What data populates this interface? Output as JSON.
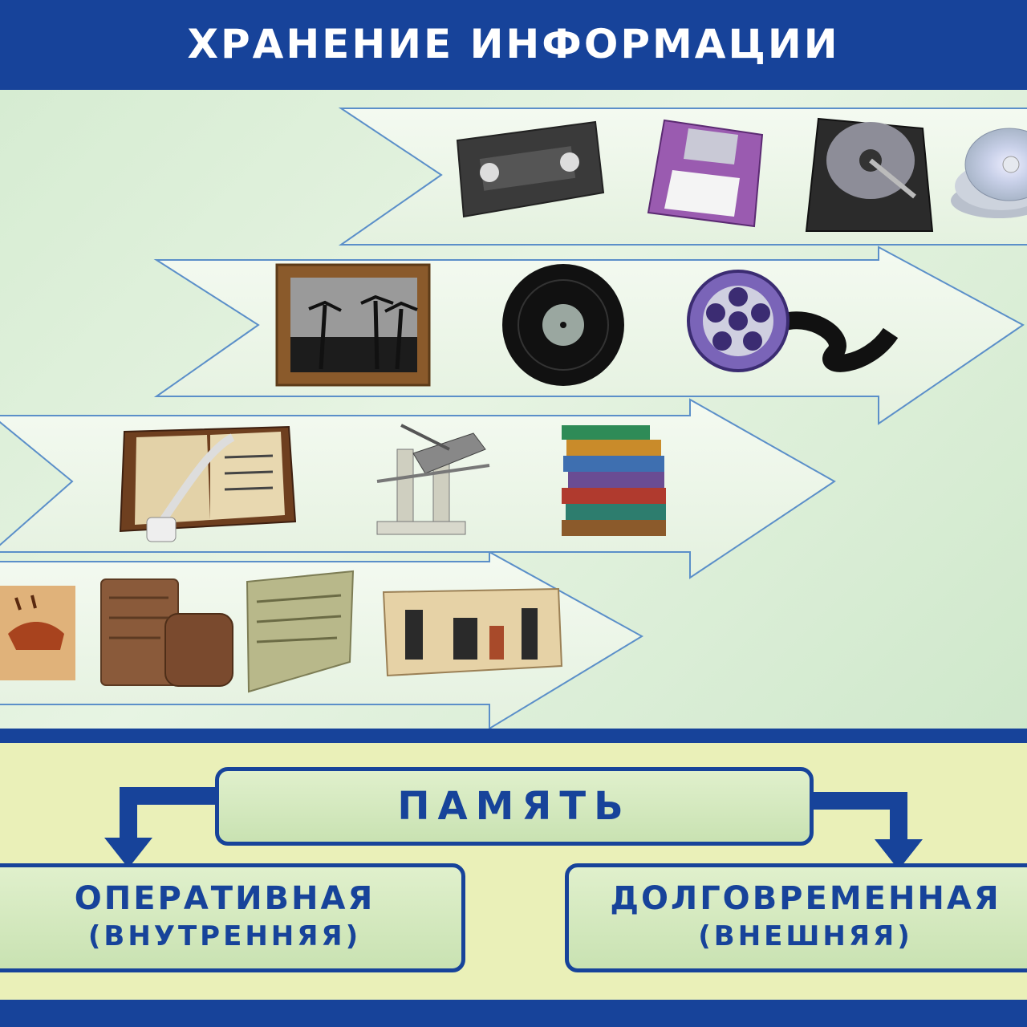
{
  "header": {
    "title": "ХРАНЕНИЕ ИНФОРМАЦИИ"
  },
  "timeline": {
    "rows": [
      {
        "items": [
          "videocassette-icon",
          "floppy-disk-icon",
          "hard-drive-icon",
          "optical-discs-icon"
        ]
      },
      {
        "items": [
          "framed-photo-icon",
          "vinyl-record-icon",
          "film-reel-icon"
        ]
      },
      {
        "items": [
          "manuscript-book-icon",
          "printing-press-icon",
          "book-stack-icon"
        ]
      },
      {
        "items": [
          "cave-painting-icon",
          "clay-tablets-icon",
          "stone-inscription-icon",
          "papyrus-icon"
        ]
      }
    ]
  },
  "memory": {
    "title": "ПАМЯТЬ",
    "left": {
      "line1": "ОПЕРАТИВНАЯ",
      "line2": "(ВНУТРЕННЯЯ)"
    },
    "right": {
      "line1": "ДОЛГОВРЕМЕННАЯ",
      "line2": "(ВНЕШНЯЯ)"
    }
  },
  "colors": {
    "brand_blue": "#17439a",
    "panel_green": "#e6f2e0",
    "memory_panel": "#eaf0b8"
  }
}
